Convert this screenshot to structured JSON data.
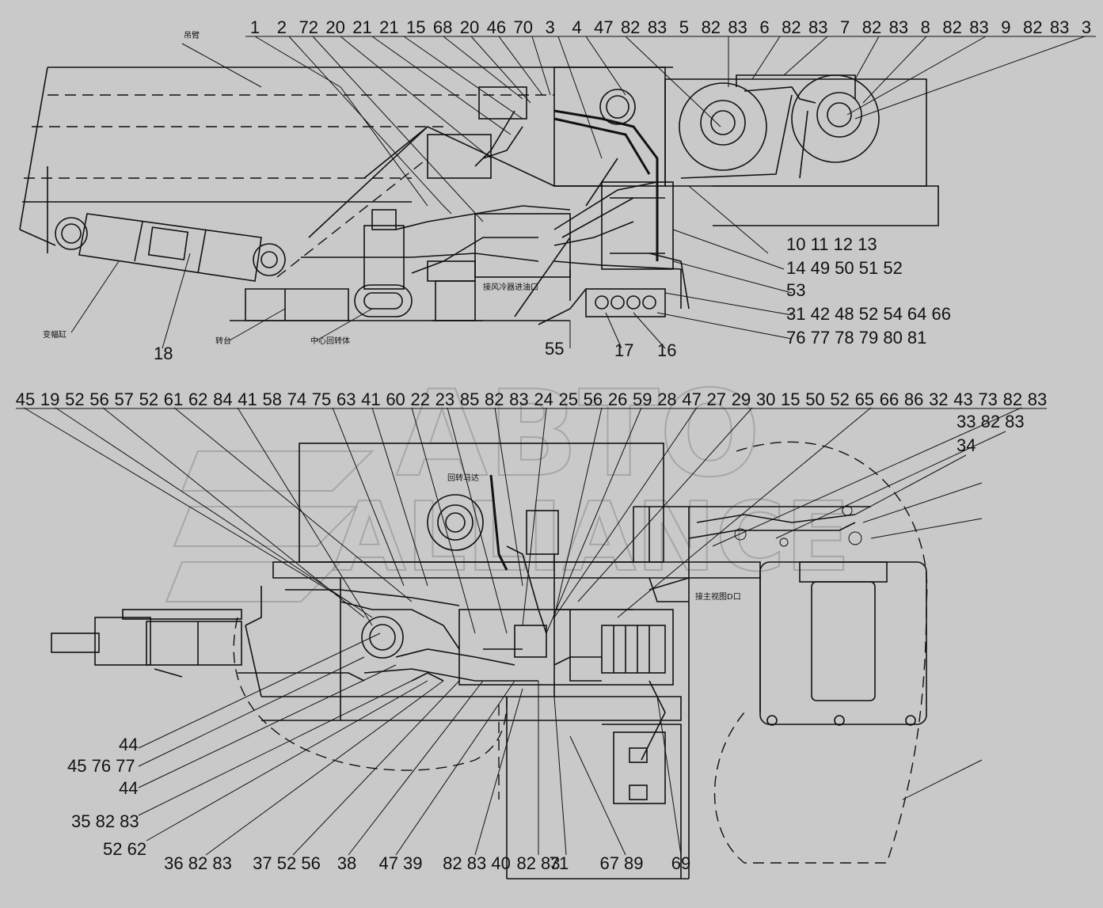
{
  "top_labels": [
    "1",
    "2",
    "72",
    "20",
    "21",
    "21",
    "15",
    "68",
    "20",
    "46",
    "70",
    "3",
    "4",
    "47",
    "82",
    "83",
    "5",
    "82",
    "83",
    "6",
    "82",
    "83",
    "7",
    "82",
    "83",
    "8",
    "82",
    "83",
    "9",
    "82",
    "83",
    "3"
  ],
  "top_right_labels": [
    "10 11 12 13",
    "14 49 50 51 52",
    "53",
    "31 42 48 52 54 64 66",
    "76 77 78 79 80 81"
  ],
  "top_bottom_labels": [
    "18",
    "55",
    "17",
    "16"
  ],
  "top_cn": {
    "boom": "吊臂",
    "luffing_cylinder": "变幅缸",
    "turntable": "转台",
    "center_swivel": "中心回转体",
    "cooler_port": "接风冷器进油口"
  },
  "bottom_top_labels": [
    "45",
    "19",
    "52",
    "56",
    "57",
    "52",
    "61",
    "62",
    "84",
    "41",
    "58",
    "74",
    "75",
    "63",
    "41",
    "60",
    "22",
    "23",
    "85",
    "82",
    "83",
    "24",
    "25",
    "56",
    "26",
    "59",
    "28",
    "47",
    "27",
    "29",
    "30",
    "15",
    "50",
    "52",
    "65",
    "66",
    "86",
    "32",
    "43",
    "73",
    "82",
    "83"
  ],
  "bottom_right_labels": [
    "33 82 83",
    "34"
  ],
  "bottom_left_labels": [
    "44",
    "45 76 77",
    "44",
    "35 82 83",
    "52 62"
  ],
  "bottom_bottom_labels": [
    "36 82 83",
    "37 52 56",
    "38",
    "47 39",
    "82 83 40",
    "82 83",
    "71",
    "67 89",
    "69"
  ],
  "bottom_cn": {
    "swing_motor": "回转马达",
    "main_view_port": "接主视图D口"
  },
  "watermark": [
    "ABTO",
    "ALLIANCE"
  ]
}
